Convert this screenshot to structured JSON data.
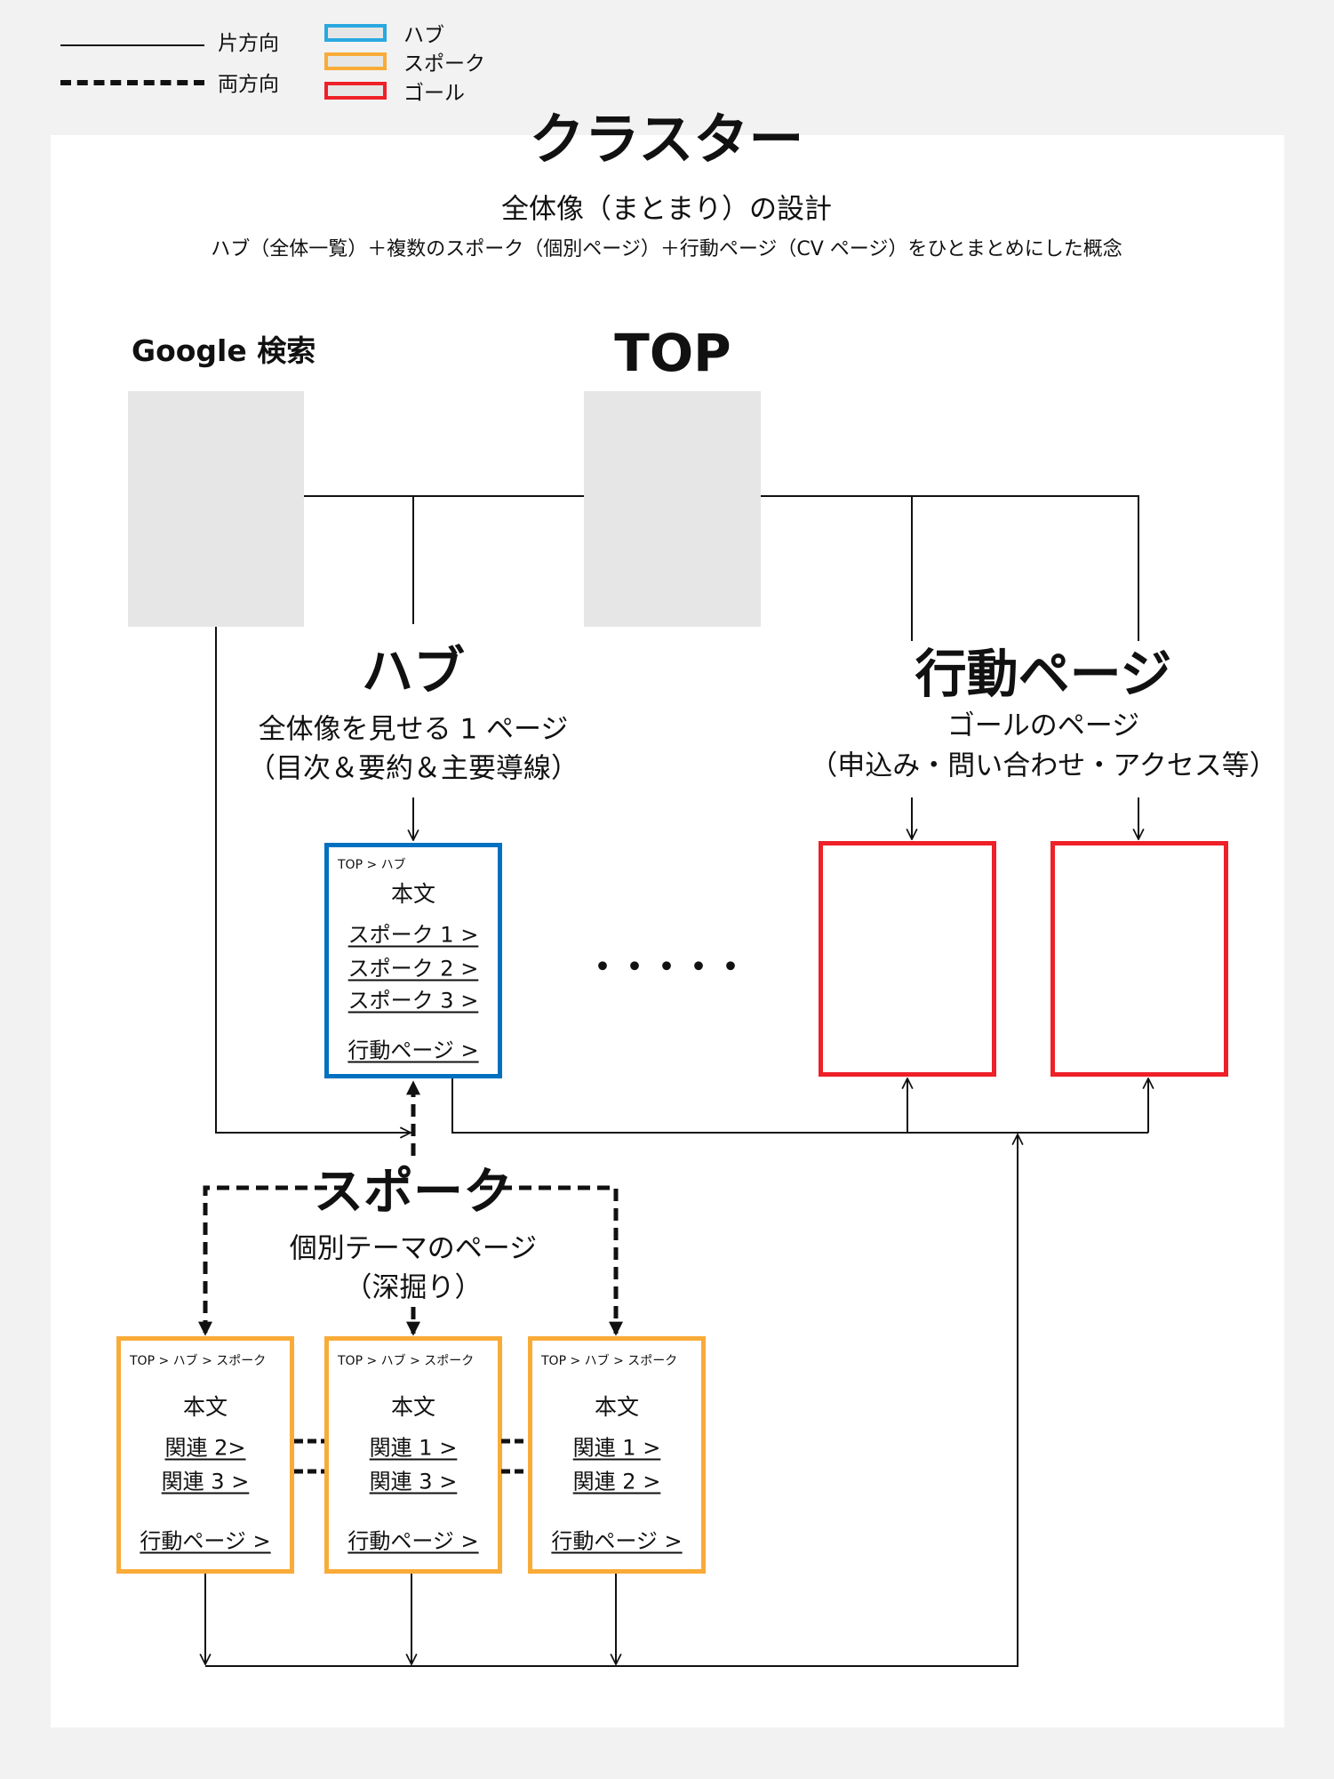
{
  "legend": {
    "one_way": "片方向",
    "two_way": "両方向",
    "hub": "ハブ",
    "spoke": "スポーク",
    "goal": "ゴール"
  },
  "colors": {
    "hub": "#0070c0",
    "hub_legend": "#29a8e0",
    "spoke": "#f9ab38",
    "goal": "#ee2028",
    "gray": "#e6e6e6"
  },
  "title": "クラスター",
  "subtitle": "全体像（まとまり）の設計",
  "description": "ハブ（全体一覧）＋複数のスポーク（個別ページ）＋行動ページ（CV ページ）をひとまとめにした概念",
  "google_label": "Google 検索",
  "top_label": "TOP",
  "hub_section": {
    "heading": "ハブ",
    "line1": "全体像を見せる 1 ページ",
    "line2": "（目次＆要約＆主要導線）"
  },
  "action_section": {
    "heading": "行動ページ",
    "line1": "ゴールのページ",
    "line2": "（申込み・問い合わせ・アクセス等）"
  },
  "hub_page": {
    "breadcrumb": "TOP > ハブ",
    "body": "本文",
    "links": [
      "スポーク 1 >",
      "スポーク 2 >",
      "スポーク 3 >"
    ],
    "action_link": "行動ページ >"
  },
  "ellipsis": "・・・・・",
  "spoke_section": {
    "heading": "スポーク",
    "line1": "個別テーマのページ",
    "line2": "（深掘り）"
  },
  "spoke_pages": [
    {
      "breadcrumb": "TOP > ハブ > スポーク",
      "body": "本文",
      "links": [
        "関連 2>",
        "関連 3 >"
      ],
      "action_link": "行動ページ >"
    },
    {
      "breadcrumb": "TOP > ハブ > スポーク",
      "body": "本文",
      "links": [
        "関連 1 >",
        "関連 3 >"
      ],
      "action_link": "行動ページ >"
    },
    {
      "breadcrumb": "TOP > ハブ > スポーク",
      "body": "本文",
      "links": [
        "関連 1 >",
        "関連 2 >"
      ],
      "action_link": "行動ページ >"
    }
  ]
}
